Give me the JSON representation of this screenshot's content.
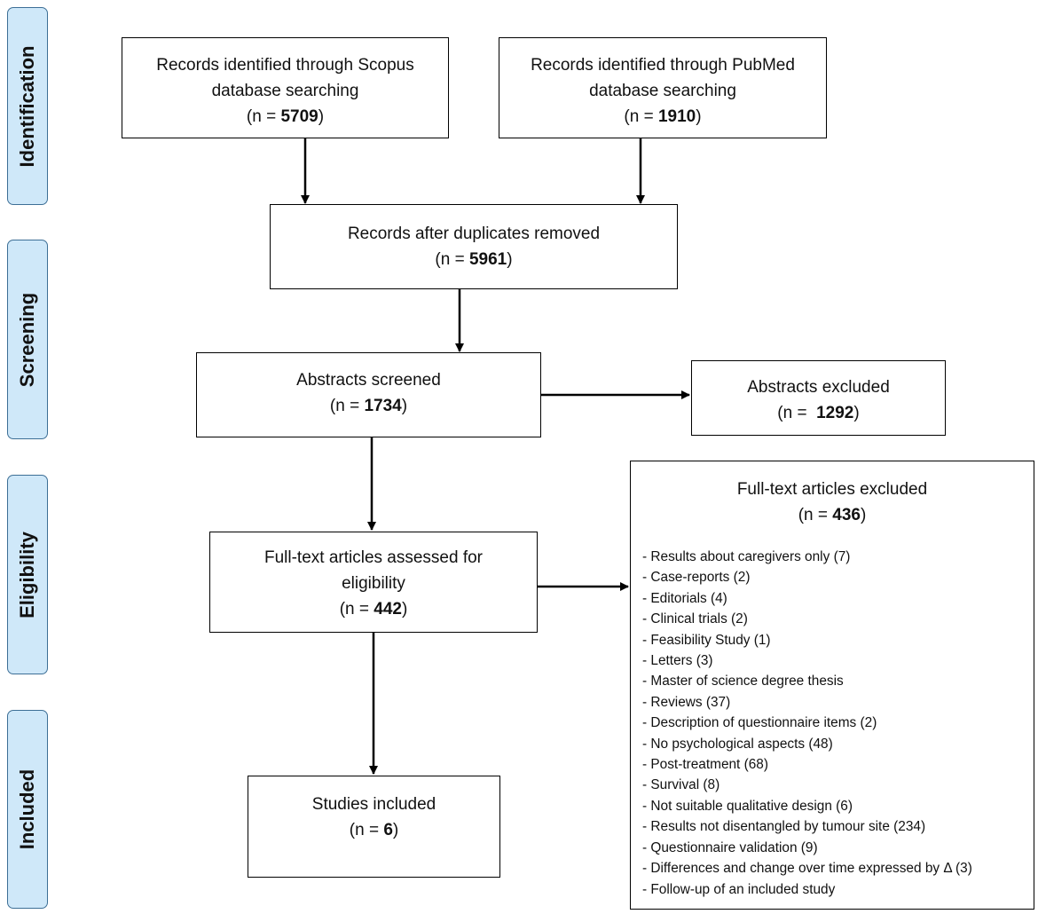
{
  "stages": {
    "identification": "Identification",
    "screening": "Screening",
    "eligibility": "Eligibility",
    "included": "Included"
  },
  "boxes": {
    "scopus": {
      "line1": "Records identified through Scopus",
      "line2": "database searching",
      "n_prefix": "(n = ",
      "n": "5709",
      "n_suffix": ")"
    },
    "pubmed": {
      "line1": "Records identified through PubMed",
      "line2": "database searching",
      "n_prefix": "(n = ",
      "n": "1910",
      "n_suffix": ")"
    },
    "dedup": {
      "line1": "Records after duplicates removed",
      "n_prefix": "(n = ",
      "n": "5961",
      "n_suffix": ")"
    },
    "screened": {
      "line1": "Abstracts screened",
      "n_prefix": "(n = ",
      "n": "1734",
      "n_suffix": ")"
    },
    "abstracts_excluded": {
      "line1": "Abstracts excluded",
      "n_prefix": "(n =  ",
      "n": "1292",
      "n_suffix": ")"
    },
    "fulltext": {
      "line1": "Full-text articles assessed for",
      "line2": "eligibility",
      "n_prefix": "(n = ",
      "n": "442",
      "n_suffix": ")"
    },
    "fulltext_excluded": {
      "title": "Full-text articles excluded",
      "n_prefix": "(n = ",
      "n": "436",
      "n_suffix": ")",
      "reasons": [
        "- Results about caregivers only (7)",
        "- Case-reports (2)",
        "- Editorials (4)",
        "- Clinical trials (2)",
        "- Feasibility Study (1)",
        "- Letters (3)",
        "- Master of science degree thesis",
        "- Reviews (37)",
        "- Description of questionnaire items (2)",
        "- No psychological aspects (48)",
        "- Post-treatment (68)",
        "- Survival (8)",
        "- Not suitable qualitative design (6)",
        "- Results not disentangled by tumour site (234)",
        "- Questionnaire validation (9)",
        "- Differences and change over time expressed by Δ (3)",
        "- Follow-up of an included study"
      ]
    },
    "included": {
      "line1": "Studies included",
      "n_prefix": "(n = ",
      "n": "6",
      "n_suffix": ")"
    }
  },
  "colors": {
    "stage_fill": "#cfe8f9",
    "stage_border": "#3d6f96",
    "line": "#000000"
  }
}
